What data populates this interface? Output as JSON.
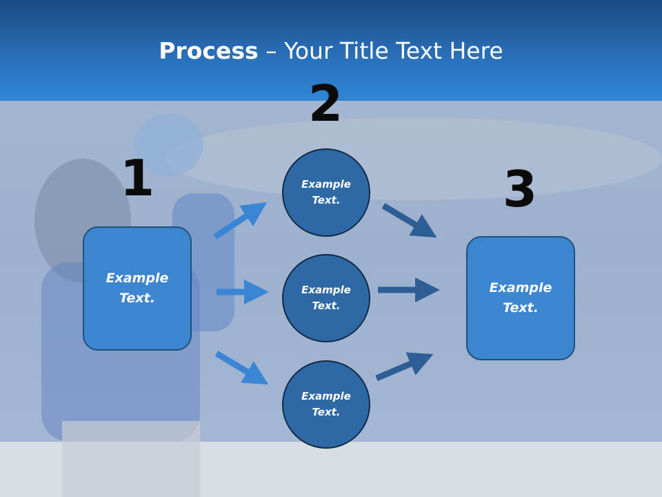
{
  "slide": {
    "title_bold": "Process",
    "title_rest": " – Your Title Text Here"
  },
  "steps": {
    "one": {
      "number": "1",
      "text": "Example\nText."
    },
    "two": {
      "number": "2"
    },
    "three": {
      "number": "3",
      "text": "Example\nText."
    }
  },
  "circles": [
    {
      "text": "Example\nText."
    },
    {
      "text": "Example\nText."
    },
    {
      "text": "Example\nText."
    }
  ],
  "colors": {
    "header_top": "#1b4a82",
    "header_bottom": "#2f86d6",
    "box_fill": "#3d86cf",
    "circle_fill": "#2f69a5",
    "arrow_left": "#3a86d4",
    "arrow_right": "#2d5f96"
  }
}
